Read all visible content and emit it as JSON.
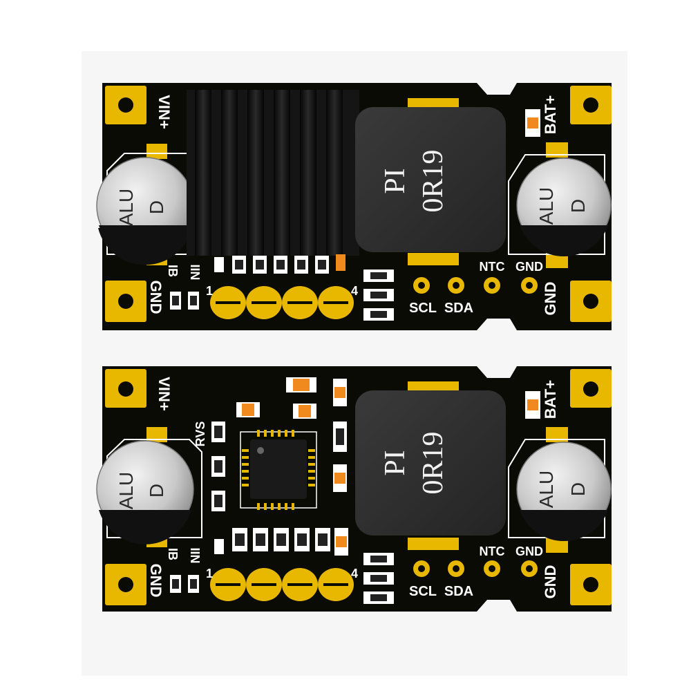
{
  "image": {
    "description_free": true,
    "board_top": {
      "silk_labels": {
        "vin": "VIN+",
        "gnd_left": "GND",
        "ib": "IB",
        "iin": "IIN",
        "pin_one": "1",
        "pin_four": "4",
        "scl": "SCL",
        "sda": "SDA",
        "ntc": "NTC",
        "gnd_mid": "GND",
        "bat": "BAT+",
        "gnd_right": "GND"
      },
      "inductor_marking": [
        "PI",
        "0R19"
      ],
      "cap_left": [
        "ALU",
        "D"
      ],
      "cap_right": [
        "ALU",
        "D"
      ]
    },
    "board_bottom": {
      "silk_labels": {
        "vin": "VIN+",
        "rvs": "RVS",
        "gnd_left": "GND",
        "ib": "IB",
        "iin": "IIN",
        "pin_one": "1",
        "pin_four": "4",
        "scl": "SCL",
        "sda": "SDA",
        "ntc": "NTC",
        "gnd_mid": "GND",
        "bat": "BAT+",
        "gnd_right": "GND"
      },
      "inductor_marking": [
        "PI",
        "0R19"
      ],
      "cap_left": [
        "ALU",
        "D"
      ],
      "cap_right": [
        "ALU",
        "D"
      ]
    },
    "colors": {
      "pcb": "#0b0b06",
      "gold": "#e8b800",
      "heatsink": "#151515",
      "inductor": "#2e2e2e",
      "cap": "#c8c8c8",
      "orange": "#f08a1e"
    }
  }
}
